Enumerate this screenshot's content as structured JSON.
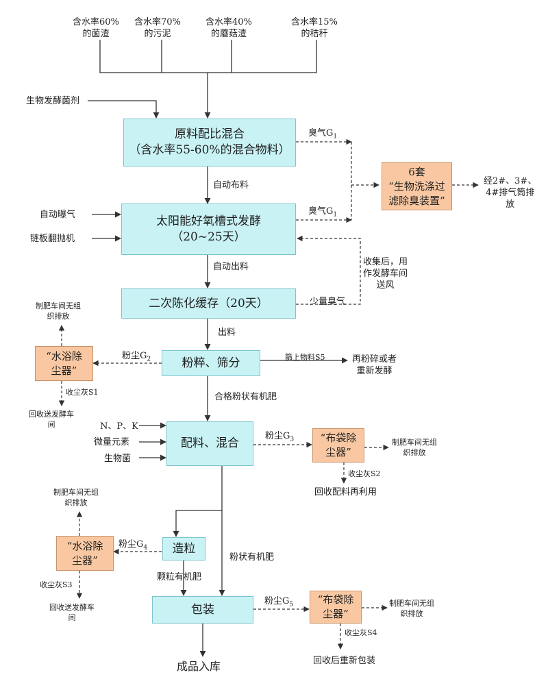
{
  "inputs": {
    "fungus": "含水率60%\n的菌渣",
    "sludge": "含水率70%\n的污泥",
    "mushroom": "含水率40%\n的蘑菇渣",
    "straw": "含水率15%\n的秸秆",
    "microbe": "生物发酵菌剂",
    "aeration": "自动曝气",
    "turner": "链板翻抛机",
    "npk": "N、P、K",
    "trace": "微量元素",
    "bio": "生物菌"
  },
  "processes": {
    "mix_line1": "原料配比混合",
    "mix_line2": "（含水率55-60%的混合物料）",
    "ferment_line1": "太阳能好氧槽式发酵",
    "ferment_line2": "（20~25天）",
    "aging": "二次陈化缓存（20天）",
    "crush": "粉粹、筛分",
    "blend": "配料、混合",
    "granulate": "造粒",
    "pack": "包装",
    "product": "成品入库"
  },
  "devices": {
    "deodor": "6套\n“生物洗涤过\n滤除臭装置”",
    "wet1": "“水浴除\n尘器”",
    "bag1": "“布袋除\n尘器”",
    "wet2": "“水浴除\n尘器”",
    "bag2": "“布袋除\n尘器”"
  },
  "labels": {
    "auto_spread": "自动布料",
    "auto_out": "自动出料",
    "out": "出料",
    "qualified": "合格粉状有机肥",
    "granular": "颗粒有机肥",
    "powder": "粉状有机肥",
    "odor_g1_a": "臭气",
    "odor_g1_b": "臭气",
    "odor_sub": "1",
    "odor_g": "G",
    "small_odor": "少量臭气",
    "collect": "收集后，用\n作发酵车间\n送风",
    "exhaust": "经2#、3#、\n4#排气筒排\n放",
    "screen_over": "篩上物料S5",
    "recrush": "再粉碎或者\n重新发酵",
    "dust": "粉尘",
    "g": "G",
    "g2": "2",
    "g3": "3",
    "g4": "4",
    "g5": "5",
    "s1": "收尘灰S1",
    "s2": "收尘灰S2",
    "s3": "收尘灰S3",
    "s4": "收尘灰S4",
    "recycle_ferment_1": "回收送发酵车\n间",
    "recycle_ferment_2": "回收送发酵车\n间",
    "recycle_blend": "回收配料再利用",
    "recycle_pack": "回收后重新包装",
    "unorg_1": "制肥车间无组\n织排放",
    "unorg_2": "制肥车间无组\n织排放",
    "unorg_3": "制肥车间无组\n织排放",
    "unorg_4": "制肥车间无组\n织排放"
  },
  "colors": {
    "process_fill": "#c9f2f5",
    "device_fill": "#f9c8a2",
    "line": "#333333"
  }
}
